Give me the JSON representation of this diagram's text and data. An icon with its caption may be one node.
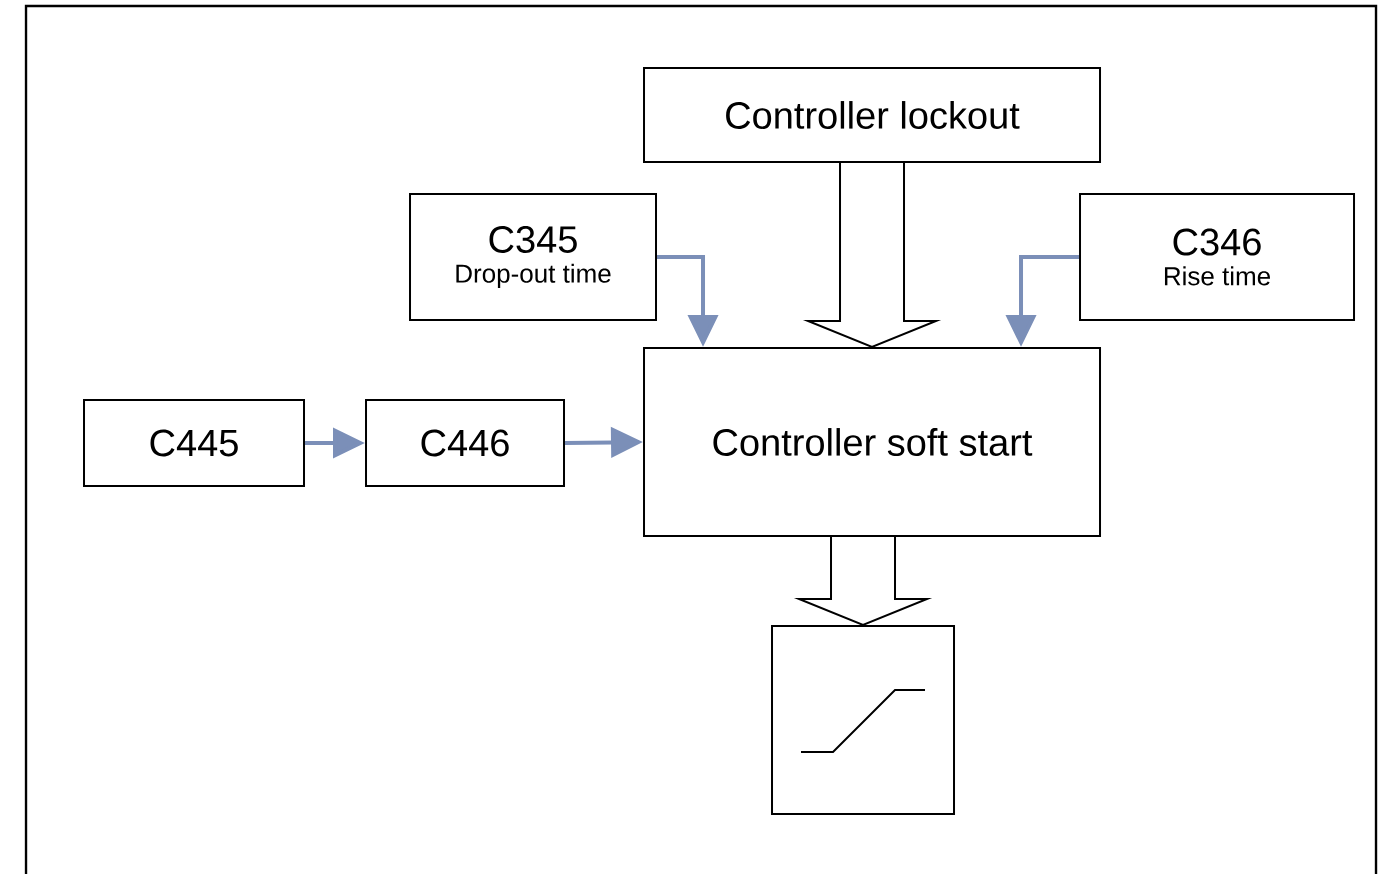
{
  "diagram": {
    "nodes": [
      {
        "text": [
          "C445"
        ]
      },
      {
        "text": [
          "C446"
        ]
      },
      {
        "text": [
          "C345",
          "Drop-out time"
        ]
      },
      {
        "text": [
          "Controller lockout"
        ]
      },
      {
        "text": [
          "C346",
          "Rise time"
        ]
      },
      {
        "text": [
          "Controller soft start"
        ]
      },
      {
        "text": [],
        "shape": "picture"
      }
    ],
    "edges": [
      {
        "from": 0,
        "to": 1,
        "arrow": "to"
      },
      {
        "from": 1,
        "to": 5,
        "arrow": "to"
      },
      {
        "from": 2,
        "to": 5,
        "arrow": "to"
      },
      {
        "from": 4,
        "to": 5,
        "arrow": "to"
      },
      {
        "from": 3,
        "to": 5,
        "arrow": "to",
        "style": "thick",
        "color": "#000000"
      },
      {
        "from": 5,
        "to": 6,
        "arrow": "to",
        "style": "thick",
        "color": "#000000"
      }
    ]
  }
}
